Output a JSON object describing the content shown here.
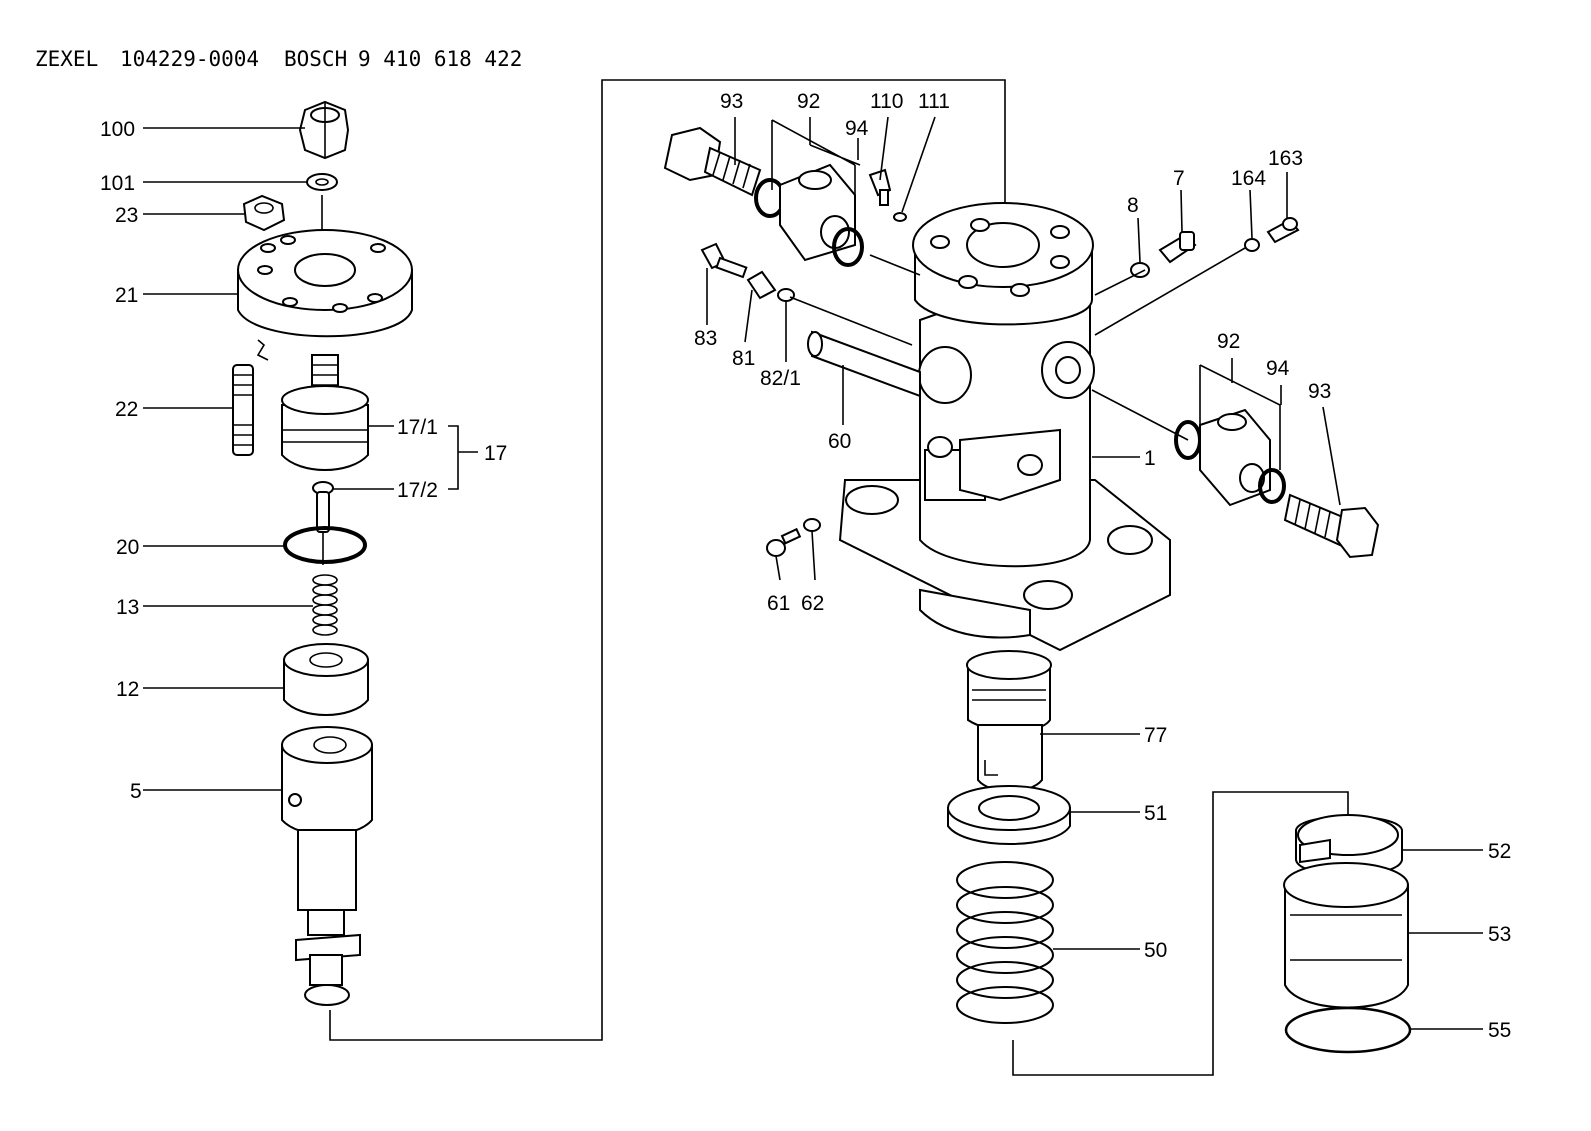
{
  "header": {
    "brand": "ZEXEL",
    "zexel_number": "104229-0004",
    "bosch_label": "BOSCH",
    "bosch_number": "9 410 618 422"
  },
  "callouts": {
    "c100": "100",
    "c101": "101",
    "c23": "23",
    "c21": "21",
    "c22": "22",
    "c17_1": "17/1",
    "c17": "17",
    "c17_2": "17/2",
    "c20": "20",
    "c13": "13",
    "c12": "12",
    "c5": "5",
    "c93a": "93",
    "c92a": "92",
    "c94a": "94",
    "c110": "110",
    "c111": "111",
    "c8": "8",
    "c7": "7",
    "c164": "164",
    "c163": "163",
    "c83": "83",
    "c81": "81",
    "c82_1": "82/1",
    "c60": "60",
    "c92b": "92",
    "c94b": "94",
    "c93b": "93",
    "c1": "1",
    "c61": "61",
    "c62": "62",
    "c77": "77",
    "c51": "51",
    "c52": "52",
    "c53": "53",
    "c50": "50",
    "c55": "55"
  }
}
